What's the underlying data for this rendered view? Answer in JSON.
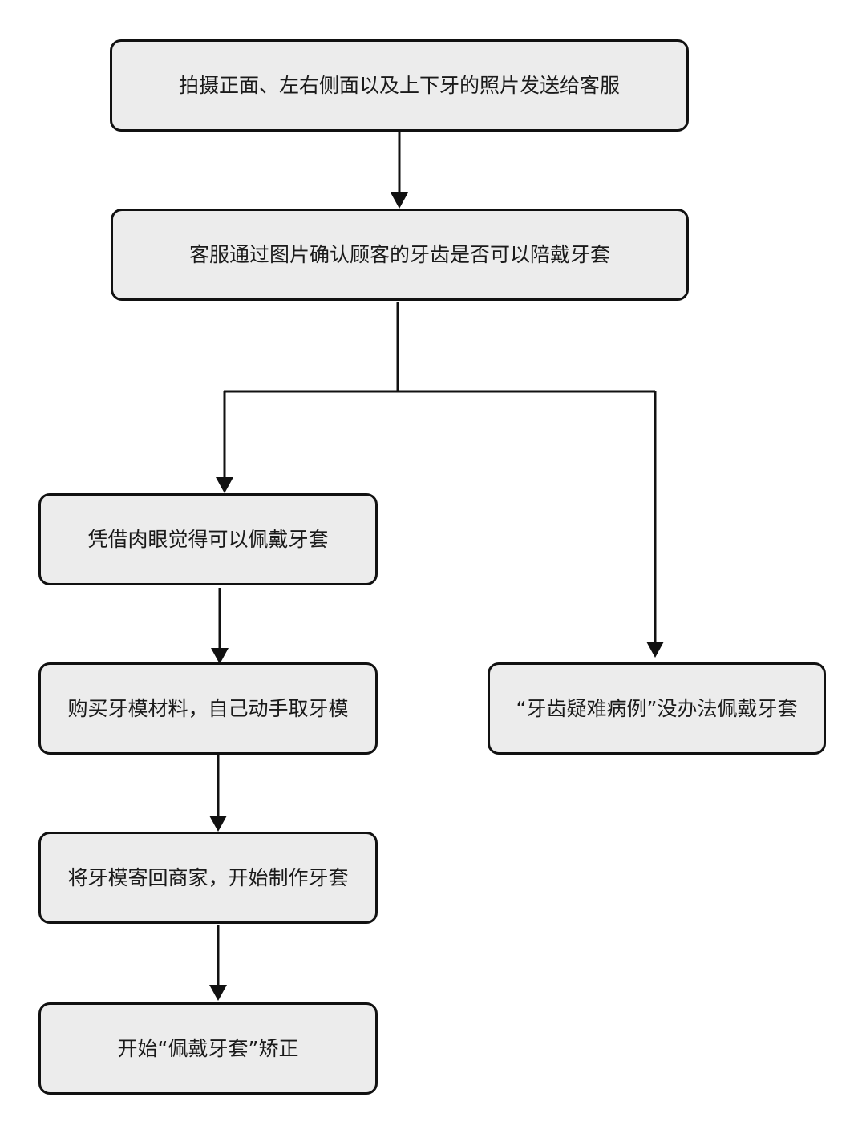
{
  "diagram": {
    "type": "flowchart",
    "nodes": [
      {
        "id": "n1",
        "label": "拍摄正面、左右侧面以及上下牙的照片发送给客服"
      },
      {
        "id": "n2",
        "label": "客服通过图片确认顾客的牙齿是否可以陪戴牙套"
      },
      {
        "id": "n3",
        "label": "凭借肉眼觉得可以佩戴牙套"
      },
      {
        "id": "n4",
        "label": "购买牙模材料，自己动手取牙模"
      },
      {
        "id": "n5",
        "label": "“牙齿疑难病例”没办法佩戴牙套"
      },
      {
        "id": "n6",
        "label": "将牙模寄回商家，开始制作牙套"
      },
      {
        "id": "n7",
        "label": "开始“佩戴牙套”矫正"
      }
    ],
    "edges": [
      {
        "from": "n1",
        "to": "n2"
      },
      {
        "from": "n2",
        "to": "n3"
      },
      {
        "from": "n2",
        "to": "n5"
      },
      {
        "from": "n3",
        "to": "n4"
      },
      {
        "from": "n4",
        "to": "n6"
      },
      {
        "from": "n6",
        "to": "n7"
      }
    ],
    "colors": {
      "node_fill": "#ececec",
      "node_border": "#111111",
      "connector": "#111111",
      "text": "#1a1a1a",
      "background": "#ffffff"
    }
  }
}
